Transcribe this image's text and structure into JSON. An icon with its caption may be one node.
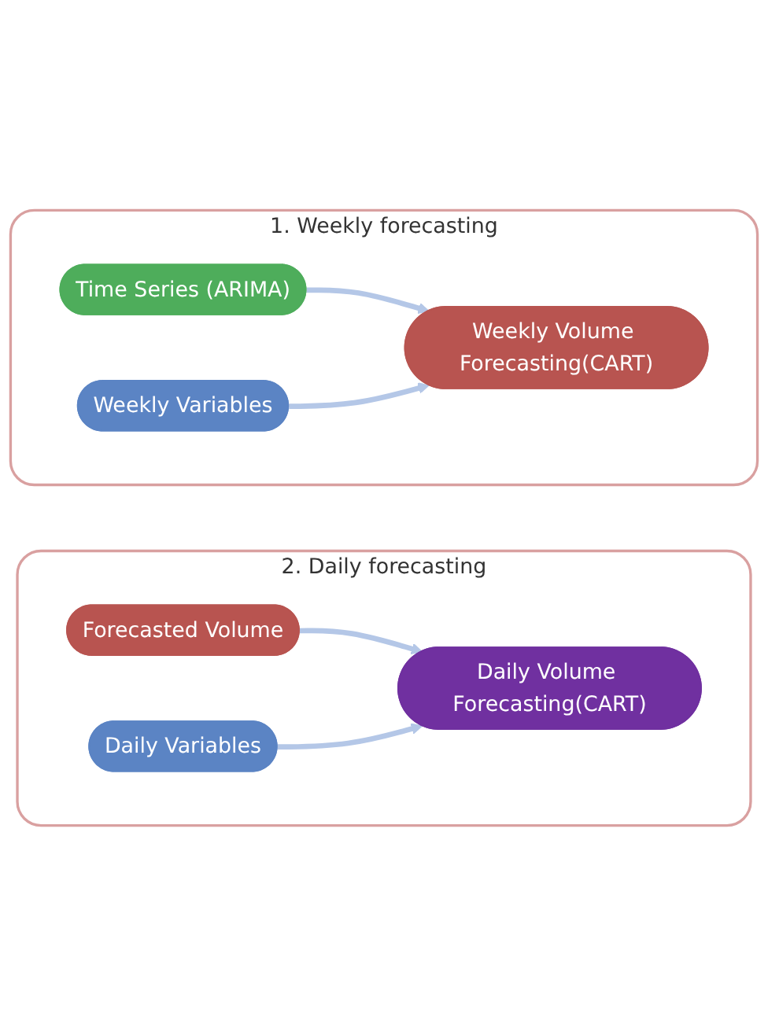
{
  "diagram": {
    "nodes": [
      {
        "text": [
          "1. Weekly forecasting"
        ]
      },
      {
        "text": [
          "Time Series (ARIMA)"
        ],
        "in": 0
      },
      {
        "text": [
          "Weekly Variables"
        ],
        "in": 0
      },
      {
        "text": [
          "Weekly Volume Forecasting(CART)"
        ],
        "in": 0
      },
      {
        "text": [
          "2. Daily forecasting"
        ]
      },
      {
        "text": [
          "Forecasted Volume"
        ],
        "in": 4
      },
      {
        "text": [
          "Daily Variables"
        ],
        "in": 4
      },
      {
        "text": [
          "Daily Volume Forecasting(CART)"
        ],
        "in": 4
      }
    ],
    "edges": [
      {
        "from": 1,
        "to": 3,
        "arrow": "to",
        "color": "#b4c7e7"
      },
      {
        "from": 2,
        "to": 3,
        "arrow": "to",
        "color": "#b4c7e7"
      },
      {
        "from": 5,
        "to": 7,
        "arrow": "to",
        "color": "#b4c7e7"
      },
      {
        "from": 6,
        "to": 7,
        "arrow": "to",
        "color": "#b4c7e7"
      }
    ]
  }
}
